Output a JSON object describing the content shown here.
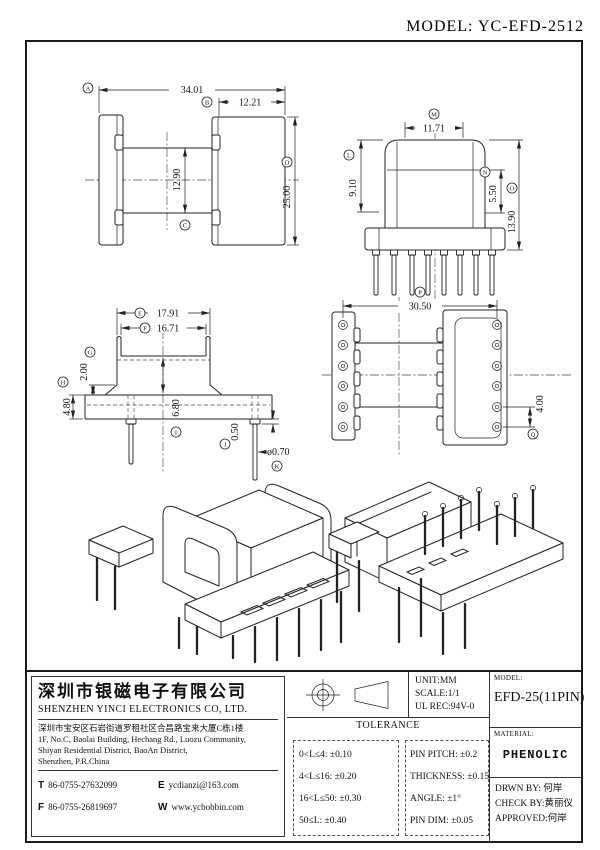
{
  "header": {
    "model": "MODEL: YC-EFD-2512"
  },
  "drawing": {
    "side_view": {
      "dim_a": {
        "letter": "A",
        "value": "34.01"
      },
      "dim_b": {
        "letter": "B",
        "value": "12.21"
      },
      "dim_c": {
        "letter": "C",
        "value": "12.90"
      },
      "dim_d": {
        "letter": "D",
        "value": "25.00"
      }
    },
    "front_view": {
      "dim_m": {
        "letter": "M",
        "value": "11.71"
      },
      "dim_l": {
        "letter": "L",
        "value": "9.10"
      },
      "dim_n": {
        "letter": "N",
        "value": "5.50"
      },
      "dim_o": {
        "letter": "O",
        "value": "13.90"
      }
    },
    "section_view": {
      "dim_e": {
        "letter": "E",
        "value": "17.91"
      },
      "dim_f": {
        "letter": "F",
        "value": "16.71"
      },
      "dim_g": {
        "letter": "G",
        "value": "2.00"
      },
      "dim_h": {
        "letter": "H",
        "value": "4.80"
      },
      "dim_i": {
        "letter": "I",
        "value": "6.80"
      },
      "dim_j": {
        "letter": "J",
        "value": "0.50"
      },
      "dim_k": {
        "letter": "K",
        "value": "ø0.70"
      }
    },
    "top_view": {
      "dim_p": {
        "letter": "P",
        "value": "30.50"
      },
      "dim_q": {
        "letter": "Q",
        "value": "4.00"
      }
    }
  },
  "titleblock": {
    "company": {
      "name_cn": "深圳市银磁电子有限公司",
      "name_en": "SHENZHEN YINCI ELECTRONICS CO, LTD.",
      "address_cn": "深圳市宝安区石岩街道罗租社区合昌路宝来大厦C栋1楼",
      "address_en_1": "1F, No.C, Baolai Building, Hechang Rd., Luozu Community,",
      "address_en_2": "Shiyan Residential District, BaoAn District,",
      "address_en_3": "Shenzhen, P.R.China",
      "tel_label": "T",
      "tel": "86-0755-27632099",
      "fax_label": "F",
      "fax": "86-0755-26819697",
      "email_label": "E",
      "email": "ycdianzi@163.com",
      "web_label": "W",
      "web": "www.ycbobbin.com"
    },
    "spec": {
      "unit": "UNIT:MM",
      "scale": "SCALE:1/1",
      "ul": "UL REC:94V-0"
    },
    "tolerance": {
      "title": "TOLERANCE",
      "left": [
        "0<L≤4: ±0.10",
        "4<L≤16: ±0.20",
        "16<L≤50: ±0.30",
        "50≤L: ±0.40"
      ],
      "right": [
        "PIN PITCH: ±0.2",
        "THICKNESS: ±0.15",
        "ANGLE: ±1°",
        "PIN DIM: ±0.05"
      ]
    },
    "model": {
      "label": "MODEL:",
      "value": "EFD-25(11PIN)"
    },
    "material": {
      "label": "MATERIAL:",
      "value": "PHENOLIC"
    },
    "signoff": {
      "drawn_label": "DRWN BY:",
      "drawn": "何岸",
      "check_label": "CHECK BY:",
      "check": "黄丽仪",
      "approved_label": "APPROVED:",
      "approved": "何岸"
    }
  }
}
